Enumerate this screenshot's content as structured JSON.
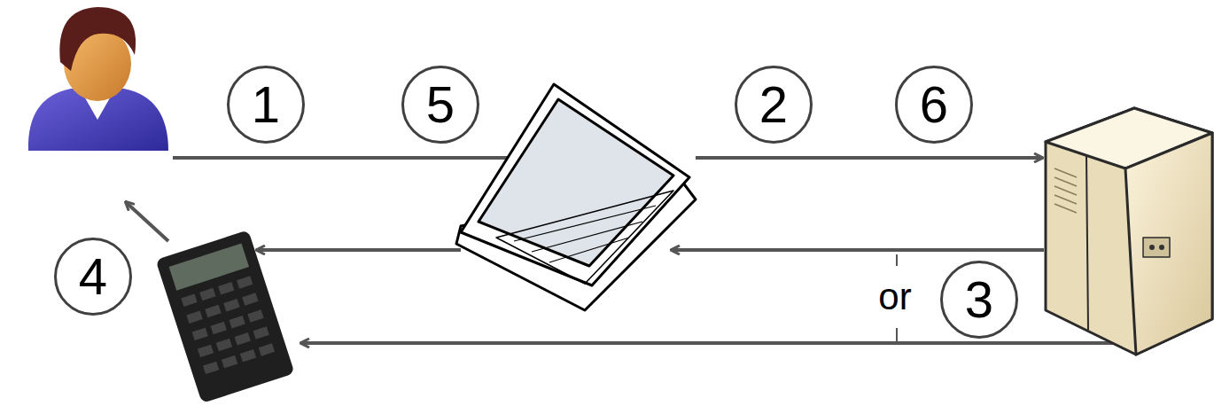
{
  "diagram": {
    "labels": [
      "1",
      "5",
      "2",
      "6",
      "4",
      "or",
      "3"
    ]
  }
}
